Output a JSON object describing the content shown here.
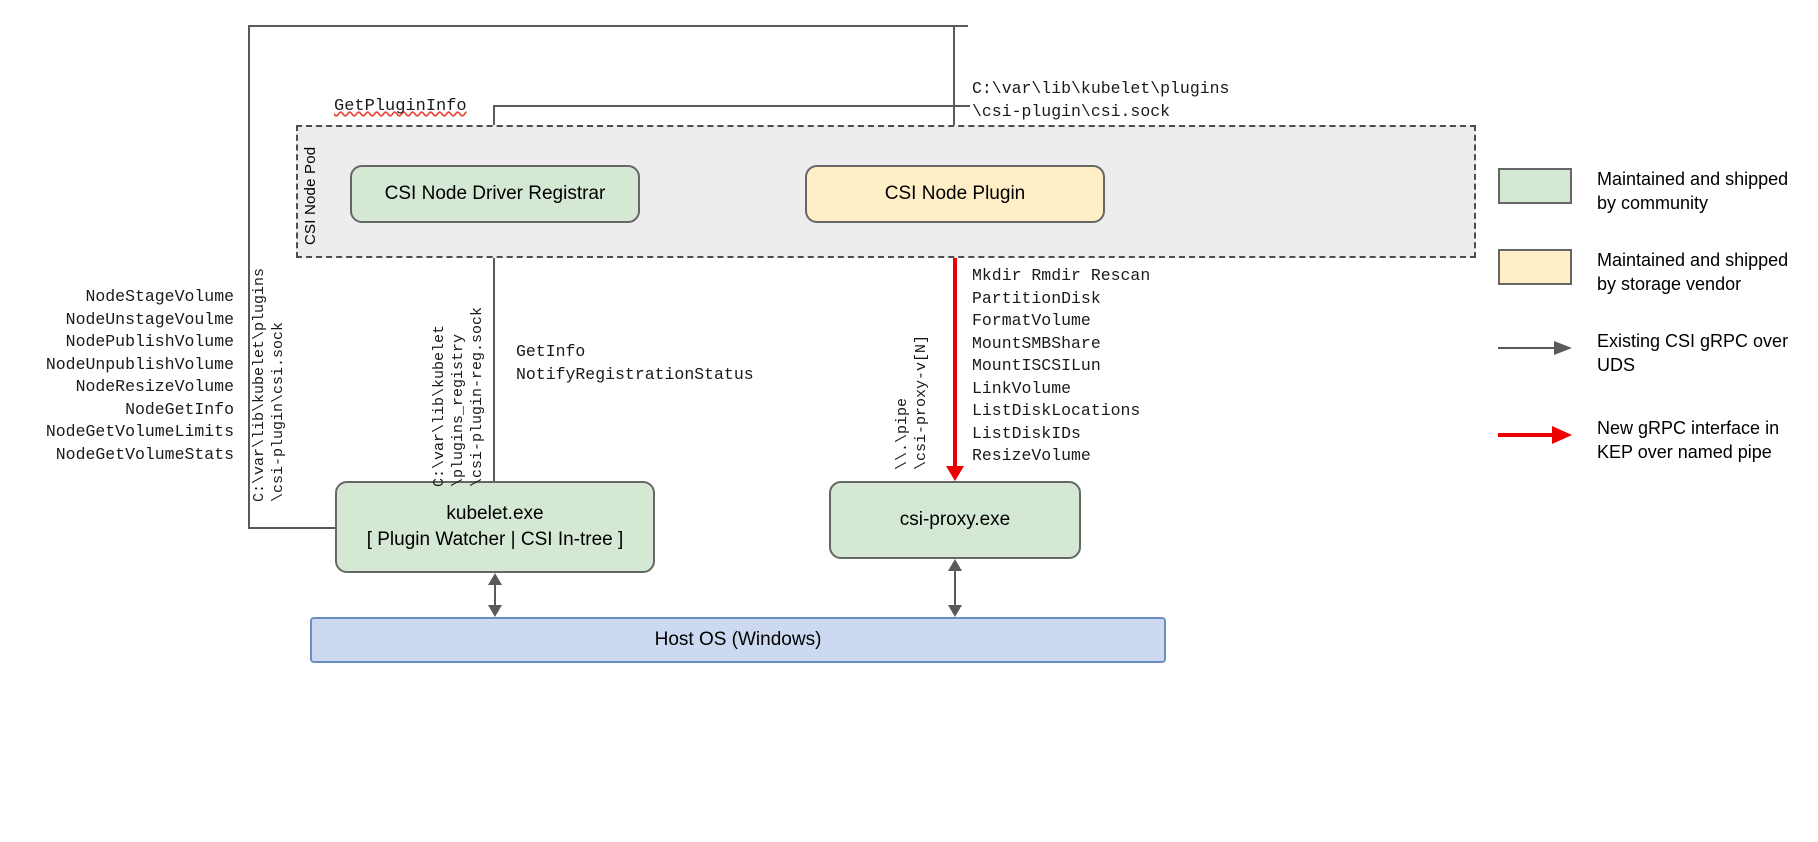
{
  "pod": {
    "label": "CSI Node Pod"
  },
  "boxes": {
    "registrar": "CSI Node Driver Registrar",
    "node_plugin": "CSI Node Plugin",
    "kubelet_line1": "kubelet.exe",
    "kubelet_line2": "[ Plugin Watcher | CSI In-tree ]",
    "csi_proxy": "csi-proxy.exe",
    "host_os": "Host OS (Windows)"
  },
  "labels": {
    "get_plugin_info": "GetPluginInfo",
    "csi_sock_path": "C:\\var\\lib\\kubelet\\plugins\n\\csi-plugin\\csi.sock",
    "node_rpcs": "NodeStageVolume\nNodeUnstageVoulme\nNodePublishVolume\nNodeUnpublishVolume\nNodeResizeVolume\nNodeGetInfo\nNodeGetVolumeLimits\nNodeGetVolumeStats",
    "uds_left_path": "C:\\var\\lib\\kubelet\\plugins\n\\csi-plugin\\csi.sock",
    "uds_registry_path": "C:\\var\\lib\\kubelet\n\\plugins_registry\n\\csi-plugin-reg.sock",
    "registration_rpcs": "GetInfo\nNotifyRegistrationStatus",
    "named_pipe": "\\\\.\\pipe\n\\csi-proxy-v[N]",
    "proxy_rpcs": "Mkdir Rmdir Rescan\nPartitionDisk\nFormatVolume\nMountSMBShare\nMountISCSILun\nLinkVolume\nListDiskLocations\nListDiskIDs\nResizeVolume"
  },
  "legend": {
    "items": [
      {
        "kind": "swatch",
        "color": "#d5e8d4",
        "text": "Maintained and shipped by community"
      },
      {
        "kind": "swatch",
        "color": "#ffeec6",
        "text": "Maintained and shipped by storage vendor"
      },
      {
        "kind": "arrow",
        "color": "#5a5a5a",
        "text": "Existing CSI gRPC over UDS"
      },
      {
        "kind": "arrow",
        "color": "#ec0000",
        "text": "New gRPC interface in KEP over named pipe"
      }
    ]
  },
  "colors": {
    "community_green": "#d5e8d4",
    "vendor_yellow": "#ffeec6",
    "host_blue": "#ccd9f0",
    "pod_gray": "#ededed",
    "line_gray": "#5a5a5a",
    "new_rpc_red": "#ec0000",
    "spellcheck_red": "#e8453c"
  }
}
